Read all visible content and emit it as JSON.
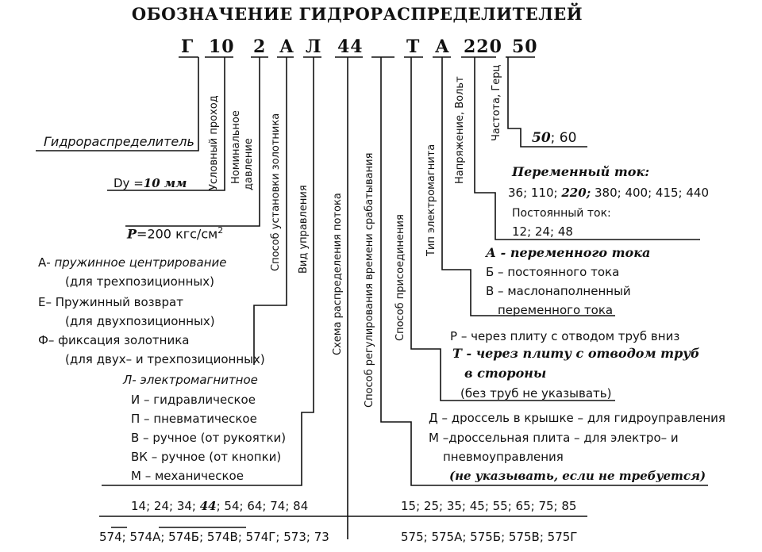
{
  "title": "ОБОЗНАЧЕНИЕ ГИДРОРАСПРЕДЕЛИТЕЛЕЙ",
  "code": {
    "g": "Г",
    "n10": "10",
    "n2": "2",
    "a1": "А",
    "l": "Л",
    "n44": "44",
    "t": "Т",
    "a2": "А",
    "n220": "220",
    "n50": "50"
  },
  "labels": {
    "gidro": "Гидрораспределитель",
    "dy_prefix": "Dy =",
    "dy_value": "10 мм",
    "p_prefix": "Р",
    "p_value": "=200 кгс/см",
    "p_exp": "2",
    "uslovny": "Условный проход",
    "nominalnoe": "Номинальное",
    "davlenie": "давление",
    "sposob_ustanovki": "Способ установки золотника",
    "vid_upravleniya": "Вид управления",
    "skhema": "Схема распределения потока",
    "sposob_regul": "Способ регулирования времени срабатывания",
    "sposob_prisoed": "Способ присоединения",
    "tip_elektromagnita": "Тип электромагнита",
    "napryazhenie": "Напряжение, Вольт",
    "chastota": "Частота, Герц"
  },
  "freq": {
    "bold": "50",
    "rest": "; 60"
  },
  "voltage": {
    "ac_title": "Переменный ток:",
    "ac_a": "36; 110; ",
    "ac_b": "220;",
    "ac_c": " 380; 400; 415; 440",
    "dc_title": "Постоянный ток:",
    "dc_values": "12; 24; 48"
  },
  "magnet": {
    "a": "А - переменного тока",
    "b": "Б – постоянного тока",
    "v1": "В – маслонаполненный",
    "v2": "переменного тока"
  },
  "connection": {
    "r": "Р – через плиту с отводом труб вниз",
    "t1": "Т - через плиту с отводом труб",
    "t2": "в стороны",
    "note": "(без труб не указывать)"
  },
  "regulation": {
    "d": "Д – дроссель в крышке – для гидроуправления",
    "m1": "М –дроссельная плита – для электро– и",
    "m2": "пневмоуправления",
    "note": "(не указывать, если не требуется)"
  },
  "spool": {
    "a1": "А- ",
    "a1b": "пружинное центрирование",
    "a2": "(для трехпозиционных)",
    "e1": "Е– Пружинный возврат",
    "e2": "(для двухпозиционных)",
    "f1": "Ф– фиксация золотника",
    "f2": "(для двух– и трехпозиционных)"
  },
  "control": {
    "l": "Л- электромагнитное",
    "i": "И – гидравлическое",
    "p": "П – пневматическое",
    "v": "В – ручное (от рукоятки)",
    "vk": "ВК – ручное (от кнопки)",
    "m": "М – механическое"
  },
  "schemes": {
    "left1a": "14; 24; 34; ",
    "left1b": "44",
    "left1c": "; 54; 64; 74; 84",
    "right1": "15; 25; 35; 45; 55; 65; 75; 85",
    "left2": "574; 574А; 574Б; 574В; 574Г; 573; 73",
    "right2": "575; 575А; 575Б; 575В; 575Г"
  }
}
